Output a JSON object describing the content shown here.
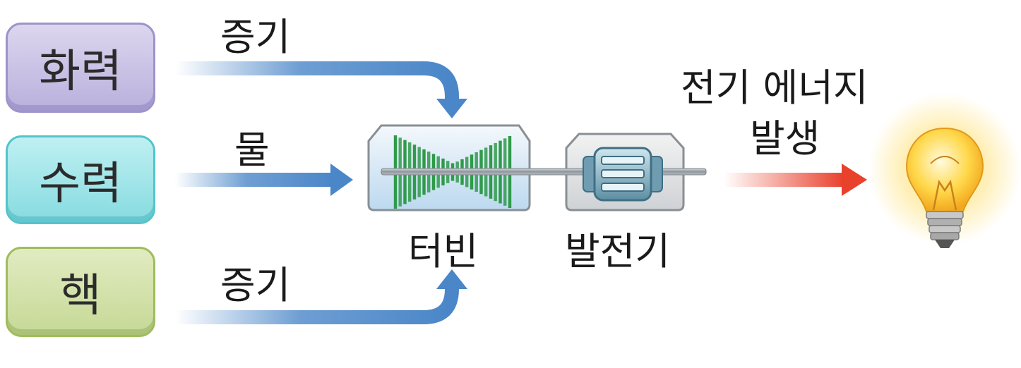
{
  "sources": {
    "fire": "화력",
    "hydro": "수력",
    "nuclear": "핵"
  },
  "flows": {
    "steam_top": "증기",
    "water": "물",
    "steam_bottom": "증기"
  },
  "components": {
    "turbine": "터빈",
    "generator": "발전기"
  },
  "output": {
    "line1": "전기 에너지",
    "line2": "발생"
  },
  "colors": {
    "flow_arrow": "#4a86c8",
    "energy_arrow": "#e8412c",
    "turbine_blades": "#2f9a4a",
    "bulb_glow": "#ffd23f"
  }
}
